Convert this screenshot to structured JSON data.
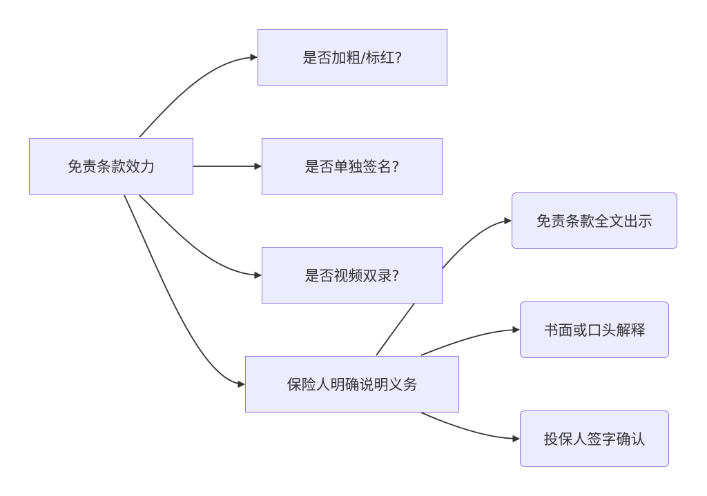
{
  "diagram": {
    "type": "flowchart",
    "nodes": {
      "root": "免责条款效力",
      "bold": "是否加粗/标红?",
      "sign": "是否单独签名?",
      "video": "是否视频双录?",
      "duty": "保险人明确说明义务",
      "full_text": "免责条款全文出示",
      "explain": "书面或口头解释",
      "confirm": "投保人签字确认"
    },
    "edges": [
      {
        "from": "root",
        "to": "bold"
      },
      {
        "from": "root",
        "to": "sign"
      },
      {
        "from": "root",
        "to": "video"
      },
      {
        "from": "root",
        "to": "duty"
      },
      {
        "from": "duty",
        "to": "full_text"
      },
      {
        "from": "duty",
        "to": "explain"
      },
      {
        "from": "duty",
        "to": "confirm"
      }
    ],
    "colors": {
      "node_fill": "#ececff",
      "node_border": "#9370db",
      "edge": "#333333",
      "text": "#333333"
    }
  }
}
